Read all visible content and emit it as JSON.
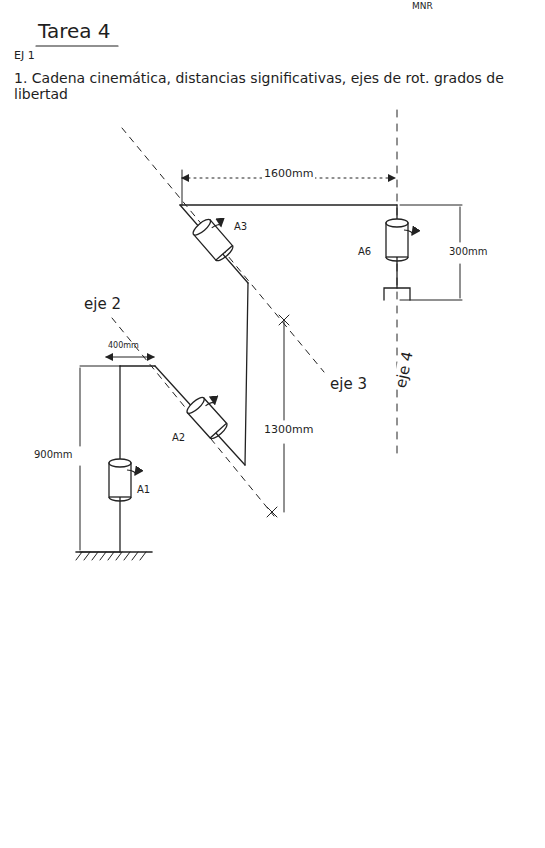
{
  "diagram": {
    "title": "Tarea 4",
    "labels": [
      "MNR",
      "EJ 1",
      "1. Cadena cinemática, distancias significativas, ejes de rot. grados de libertad",
      "1600mm",
      "A3",
      "A6",
      "300mm",
      "eje 2",
      "400mm",
      "eje 3",
      "eje 4",
      "A2",
      "1300mm",
      "900mm",
      "A1"
    ]
  }
}
